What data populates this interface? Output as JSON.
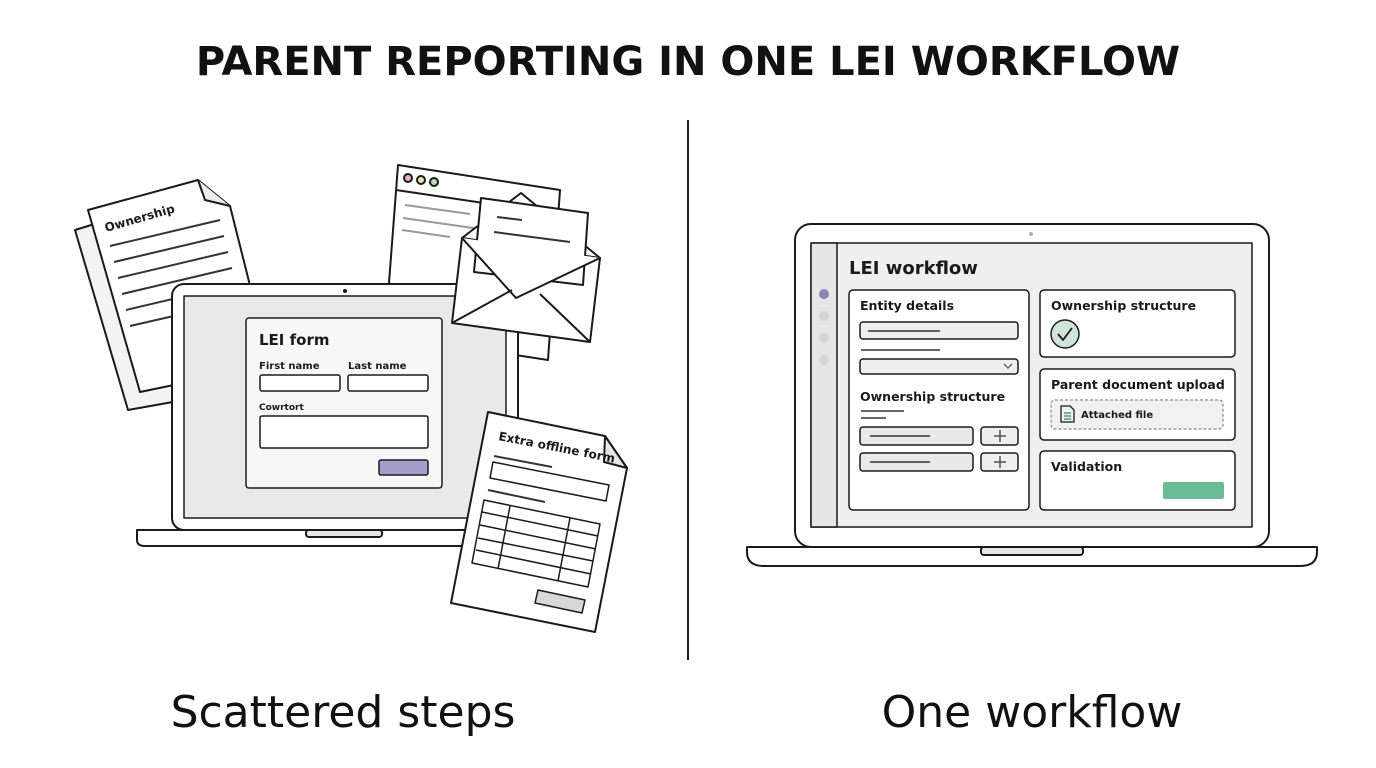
{
  "title": "PARENT REPORTING IN ONE LEI WORKFLOW",
  "left": {
    "caption": "Scattered steps",
    "ownership_doc_label": "Ownership",
    "lei_form": {
      "title": "LEI form",
      "first_name_label": "First name",
      "last_name_label": "Last name",
      "third_label": "Cowrtort"
    },
    "offline_form_label": "Extra offline form"
  },
  "right": {
    "caption": "One workflow",
    "app_title": "LEI workflow",
    "entity_details_title": "Entity details",
    "ownership_structure_inner_title": "Ownership structure",
    "ownership_structure_card_title": "Ownership structure",
    "parent_upload_title": "Parent document upload",
    "attached_file_label": "Attached file",
    "validation_title": "Validation",
    "colors": {
      "accent_purple": "#8b83b8",
      "check_green": "#cfe5dc",
      "validate_green": "#6dbb95"
    }
  }
}
